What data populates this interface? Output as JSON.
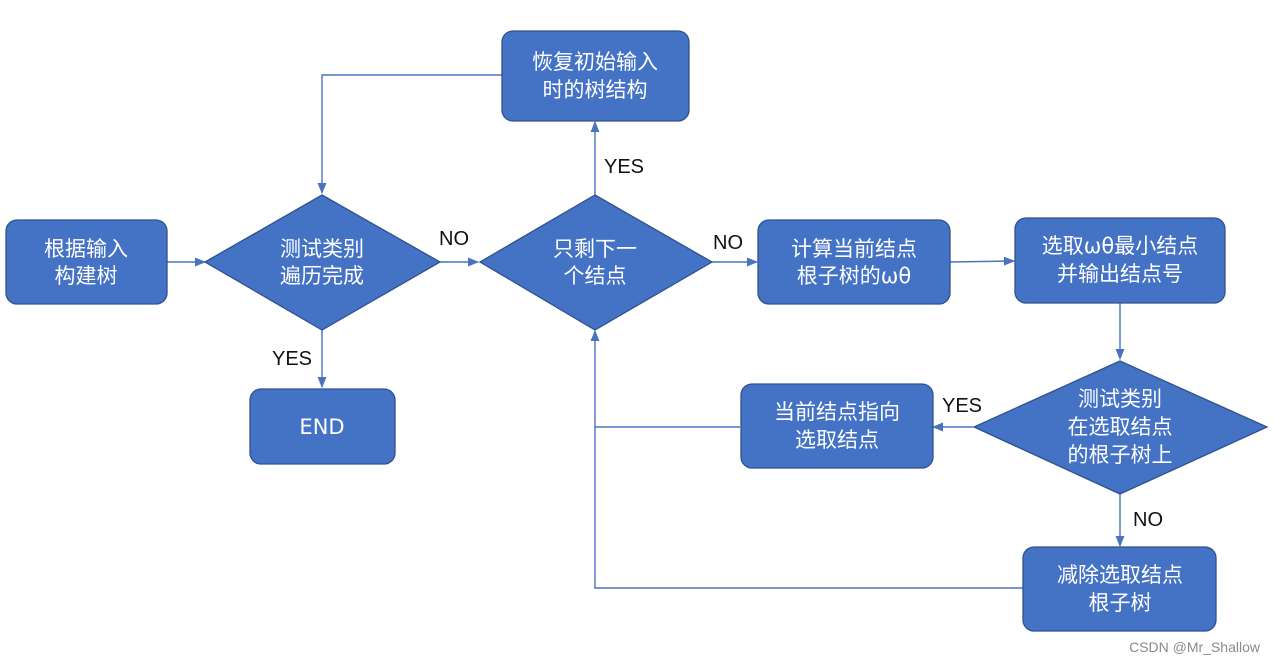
{
  "nodes": {
    "build_tree": {
      "lines": [
        "根据输入",
        "构建树"
      ]
    },
    "all_done": {
      "lines": [
        "测试类别",
        "遍历完成"
      ]
    },
    "end": {
      "lines": [
        "END"
      ]
    },
    "restore": {
      "lines": [
        "恢复初始输入",
        "时的树结构"
      ]
    },
    "one_left": {
      "lines": [
        "只剩下一",
        "个结点"
      ]
    },
    "calc": {
      "lines": [
        "计算当前结点",
        "根子树的ωθ"
      ]
    },
    "select_min": {
      "lines": [
        "选取ωθ最小结点",
        "并输出结点号"
      ]
    },
    "in_subtree": {
      "lines": [
        "测试类别",
        "在选取结点",
        "的根子树上"
      ]
    },
    "point_to": {
      "lines": [
        "当前结点指向",
        "选取结点"
      ]
    },
    "remove": {
      "lines": [
        "减除选取结点",
        "根子树"
      ]
    }
  },
  "labels": {
    "no_1": "NO",
    "yes_1": "YES",
    "yes_2": "YES",
    "no_2": "NO",
    "yes_3": "YES",
    "no_3": "NO"
  },
  "watermark": "CSDN @Mr_Shallow",
  "colors": {
    "node_fill": "#4472c4",
    "node_border": "#2f528f",
    "edge": "#4a73bf",
    "node_text": "#ffffff"
  }
}
